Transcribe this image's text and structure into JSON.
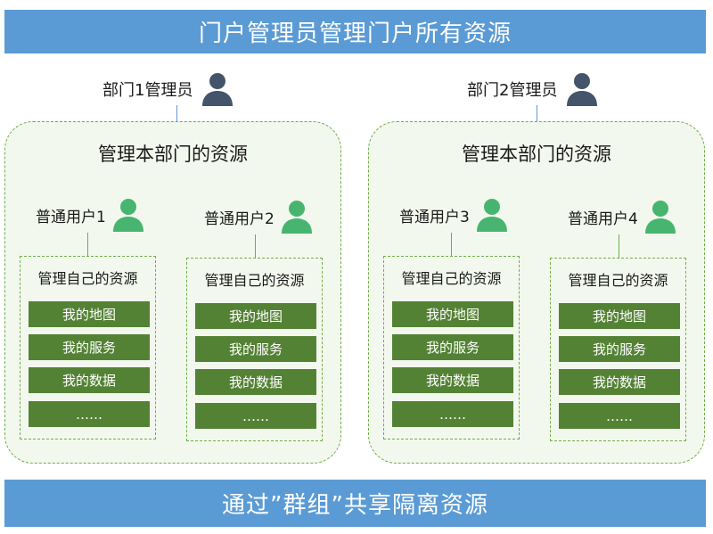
{
  "header": {
    "title": "门户管理员管理门户所有资源"
  },
  "footer": {
    "title": "通过”群组”共享隔离资源"
  },
  "departments": [
    {
      "admin_label": "部门1管理员",
      "title": "管理本部门的资源",
      "users": [
        {
          "label": "普通用户1",
          "box_title": "管理自己的资源",
          "resources": [
            "我的地图",
            "我的服务",
            "我的数据",
            "……"
          ]
        },
        {
          "label": "普通用户2",
          "box_title": "管理自己的资源",
          "resources": [
            "我的地图",
            "我的服务",
            "我的数据",
            "……"
          ]
        }
      ]
    },
    {
      "admin_label": "部门2管理员",
      "title": "管理本部门的资源",
      "users": [
        {
          "label": "普通用户3",
          "box_title": "管理自己的资源",
          "resources": [
            "我的地图",
            "我的服务",
            "我的数据",
            "……"
          ]
        },
        {
          "label": "普通用户4",
          "box_title": "管理自己的资源",
          "resources": [
            "我的地图",
            "我的服务",
            "我的数据",
            "……"
          ]
        }
      ]
    }
  ],
  "colors": {
    "banner": "#5b9bd5",
    "admin_icon": "#44546a",
    "user_icon": "#47b56f",
    "resource_fill": "#548235",
    "group_border": "#70ad47"
  },
  "icons": {
    "admin": "admin-person-icon",
    "user": "user-person-icon"
  }
}
